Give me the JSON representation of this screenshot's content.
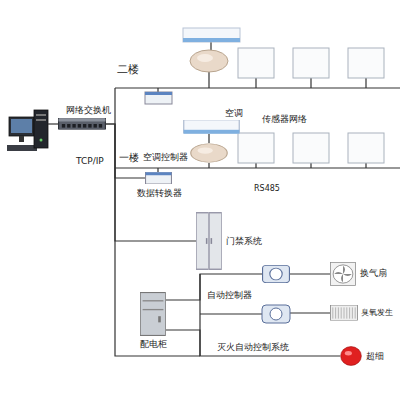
{
  "diagram": {
    "nodes": [
      {
        "text": [
          "网络交换机"
        ]
      },
      {
        "text": [
          "空调"
        ]
      },
      {
        "text": [
          "空调控制器"
        ]
      },
      {
        "text": [
          "数据转换器"
        ]
      },
      {
        "text": [
          "门禁系统"
        ]
      },
      {
        "text": [
          "自动控制器"
        ]
      },
      {
        "text": [
          "配电柜"
        ]
      },
      {
        "text": [
          "换气扇"
        ]
      },
      {
        "text": [
          "臭氧发生"
        ]
      },
      {
        "text": [
          "超细"
        ]
      }
    ],
    "edges": [
      {
        "from": 0,
        "to": 3,
        "arrow": "none"
      },
      {
        "from": 0,
        "to": 4,
        "arrow": "none"
      },
      {
        "from": 1,
        "to": 2,
        "arrow": "none"
      },
      {
        "from": 6,
        "to": 5,
        "arrow": "none"
      },
      {
        "from": 5,
        "to": 7,
        "arrow": "none"
      },
      {
        "from": 6,
        "to": 9,
        "label": "灭火自动控制系统",
        "arrow": "none"
      }
    ],
    "labels": [
      "二楼",
      "TCP/IP",
      "一楼",
      "传感器网络",
      "RS485"
    ]
  }
}
